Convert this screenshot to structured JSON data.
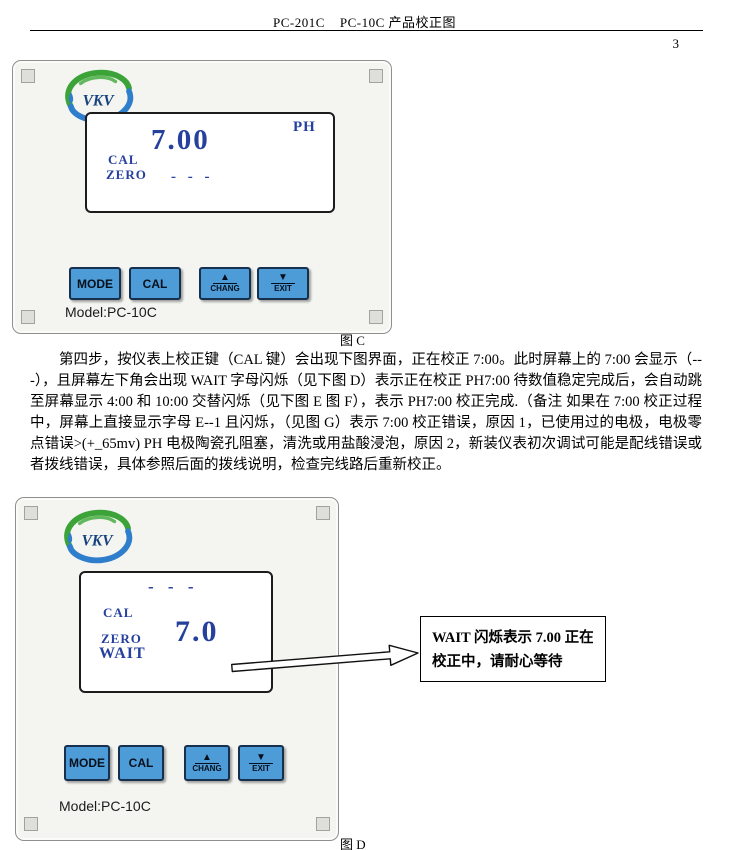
{
  "header": {
    "title": "PC-201C    PC-10C 产品校正图",
    "page_number": "3"
  },
  "figure_c": {
    "label": "图 C",
    "logo_text": "VKV",
    "display": {
      "reading": "7.00",
      "unit": "PH",
      "cal": "CAL",
      "zero": "ZERO",
      "dashes": "- - -"
    },
    "buttons": {
      "mode": "MODE",
      "cal": "CAL",
      "chang": "CHANG",
      "exit": "EXIT",
      "up_arrow": "▲",
      "down_arrow": "▼"
    },
    "model": "Model:PC-10C"
  },
  "paragraph": "第四步，按仪表上校正键（CAL 键）会出现下图界面，正在校正 7:00。此时屏幕上的 7:00 会显示（---），且屏幕左下角会出现 WAIT 字母闪烁（见下图 D）表示正在校正 PH7:00  待数值稳定完成后，会自动跳至屏幕显示 4:00 和 10:00 交替闪烁（见下图 E  图 F），表示 PH7:00 校正完成.（备注 如果在 7:00 校正过程中，屏幕上直接显示字母 E--1 且闪烁，（见图 G）表示 7:00 校正错误，原因 1，已使用过的电极，电极零点错误>(+_65mv) PH 电极陶瓷孔阻塞，清洗或用盐酸浸泡，原因 2，新装仪表初次调试可能是配线错误或者拨线错误，具体参照后面的拨线说明，检查完线路后重新校正。",
  "figure_d": {
    "label": "图 D",
    "logo_text": "VKV",
    "display": {
      "dashes": "- - -",
      "cal": "CAL",
      "zero": "ZERO",
      "wait": "WAIT",
      "reading": "7.0"
    },
    "buttons": {
      "mode": "MODE",
      "cal": "CAL",
      "chang": "CHANG",
      "exit": "EXIT",
      "up_arrow": "▲",
      "down_arrow": "▼"
    },
    "model": "Model:PC-10C",
    "callout": {
      "line1": "WAIT 闪烁表示 7.00 正在",
      "line2": "校正中，请耐心等待"
    }
  }
}
